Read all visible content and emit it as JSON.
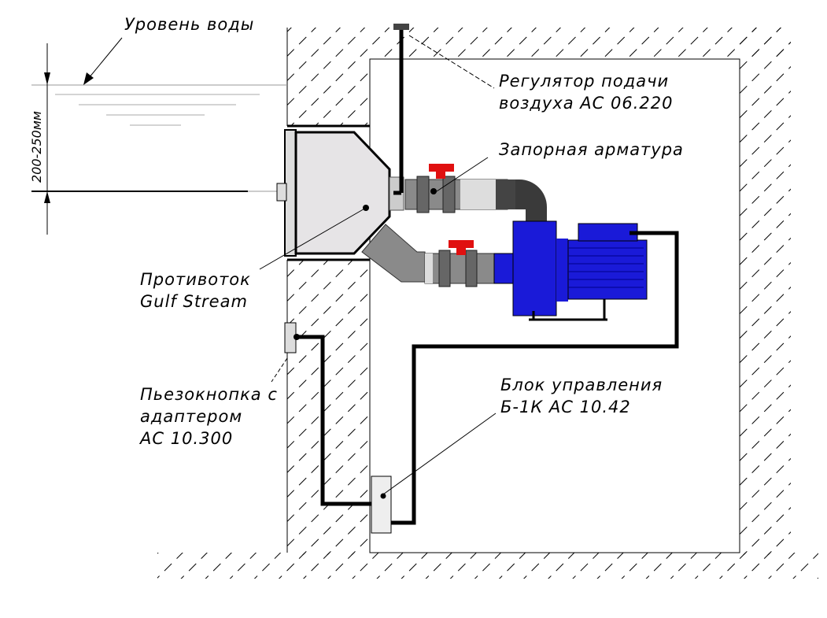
{
  "labels": {
    "water_level": "Уровень воды",
    "depth": "200-250мм",
    "air_regulator_line1": "Регулятор подачи",
    "air_regulator_line2": "воздуха АС 06.220",
    "valves": "Запорная арматура",
    "counterflow_line1": "Противоток",
    "counterflow_line2": "Gulf Stream",
    "piezo_line1": "Пьезокнопка с",
    "piezo_line2": "адаптером",
    "piezo_line3": "АС 10.300",
    "control_line1": "Блок управления",
    "control_line2": "Б-1К АС 10.42"
  },
  "colors": {
    "pump": "#1a1ad8",
    "valve_handle": "#e01010",
    "pipe": "#8a8a8a",
    "unit": "#e6e4e6"
  }
}
